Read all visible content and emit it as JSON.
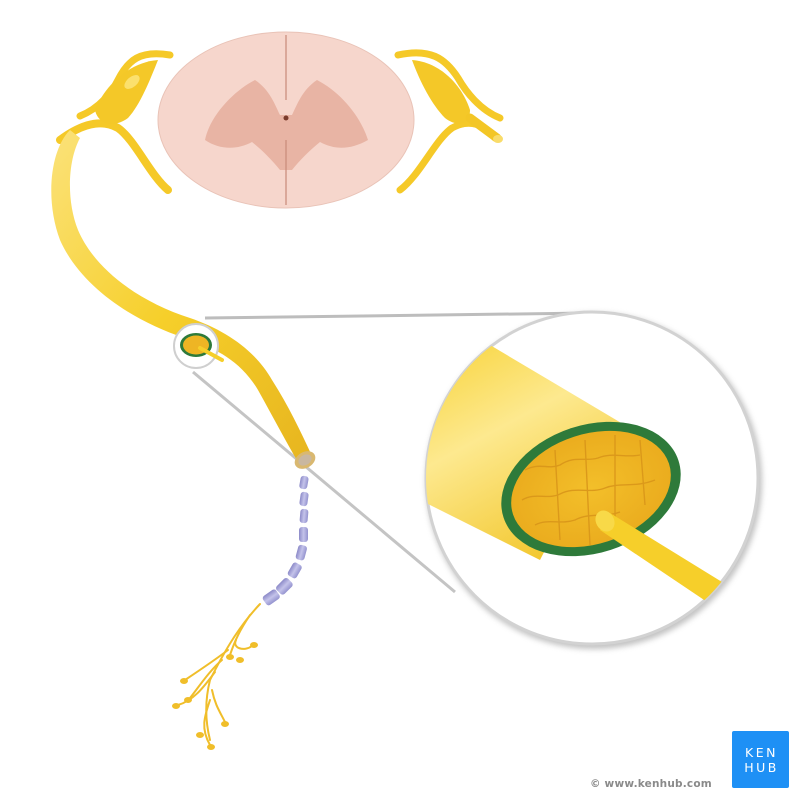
{
  "figure": {
    "subject": "Spinal nerve with cross-section of a nerve fascicle",
    "structures": [
      "spinal-cord-cross-section",
      "gray-matter",
      "central-canal",
      "dorsal-root-ganglion",
      "spinal-nerve",
      "nerve-cross-section-inset",
      "perineurium",
      "nerve-fascicles",
      "myelinated-axon",
      "myelin-sheath-segments",
      "axon-terminals"
    ],
    "colors": {
      "nerve": "#f6cf2a",
      "nerve_light": "#fbe47a",
      "nerve_dark": "#e0a91a",
      "fascicle": "#f0b41c",
      "perineurium": "#2e7a3a",
      "white_matter": "#f6d6cc",
      "gray_matter": "#e8b4a4",
      "myelin": "#a6a4d8",
      "magnifier_rim": "#cfcfcf"
    }
  },
  "watermark": {
    "copyright": "© www.kenhub.com",
    "logo_line1": "KEN",
    "logo_line2": "HUB",
    "logo_color": "#1e90f5"
  }
}
